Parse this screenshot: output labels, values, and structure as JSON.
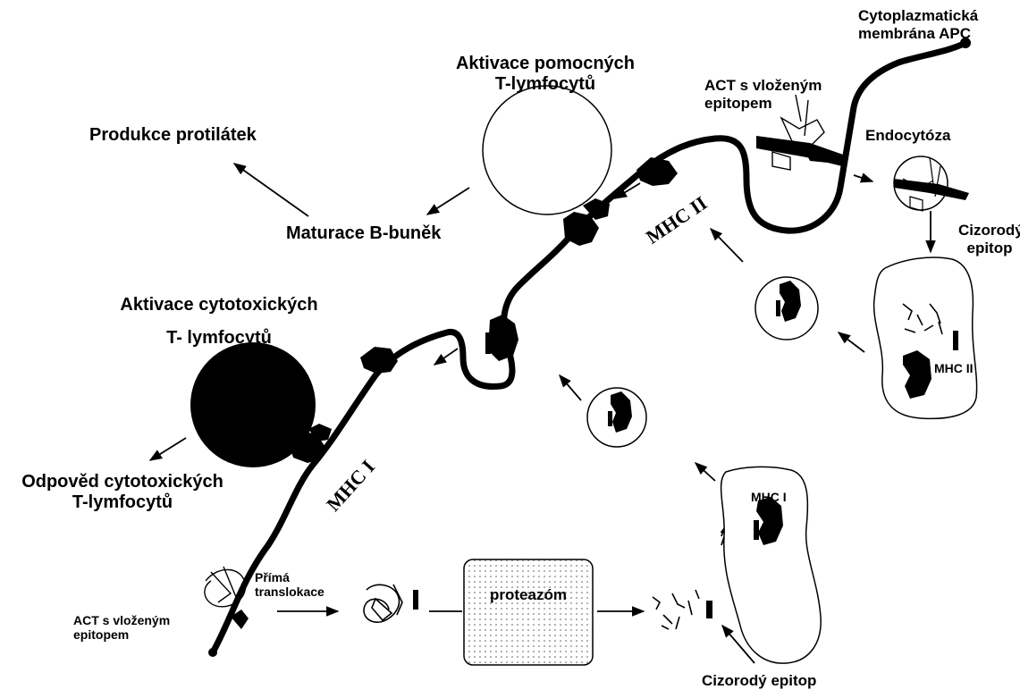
{
  "labels": {
    "cytoplasmic_membrane": [
      "Cytoplazmatická",
      "membrána APC"
    ],
    "act_top": [
      "ACT s vloženým",
      "epitopem"
    ],
    "endocytosis": "Endocytóza",
    "foreign_epitope_top": [
      "Cizorodý",
      "epitop"
    ],
    "mhc2_vesicle": "MHC II",
    "helper_activation": [
      "Aktivace pomocných",
      "T-lymfocytů"
    ],
    "antibody_production": "Produkce protilátek",
    "b_cell_maturation": "Maturace B-buněk",
    "cytotoxic_activation": [
      "Aktivace cytotoxických",
      "T- lymfocytů"
    ],
    "cytotoxic_response": [
      "Odpověd cytotoxických",
      "T-lymfocytů"
    ],
    "mhc1_vesicle": "MHC I",
    "direct_translocation": [
      "Přímá",
      "translokace"
    ],
    "act_bottom": [
      "ACT s vloženým",
      "epitopem"
    ],
    "proteasome": "proteazóm",
    "foreign_epitope_bottom": "Cizorodý epitop",
    "mhc2_membrane": "MHC II",
    "mhc1_membrane": "MHC I"
  }
}
